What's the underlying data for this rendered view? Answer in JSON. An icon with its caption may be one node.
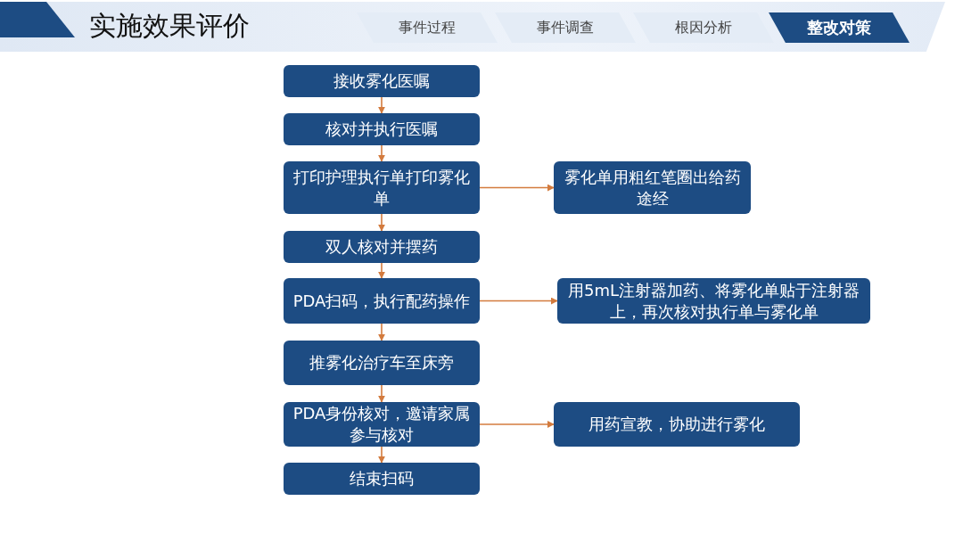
{
  "diagram": {
    "title": "实施效果评价",
    "nodes": [
      {
        "text": [
          "接收雾化医嘱"
        ]
      },
      {
        "text": [
          "核对并执行医嘱"
        ]
      },
      {
        "text": [
          "打印护理执行单打印雾化单"
        ]
      },
      {
        "text": [
          "雾化单用粗红笔圈出给药途经"
        ]
      },
      {
        "text": [
          "双人核对并摆药"
        ]
      },
      {
        "text": [
          "PDA扫码，执行配药操作"
        ]
      },
      {
        "text": [
          "用5mL注射器加药、将雾化单贴于注射器上，再次核对执行单与雾化单"
        ]
      },
      {
        "text": [
          "推雾化治疗车至床旁"
        ]
      },
      {
        "text": [
          "PDA身份核对，邀请家属参与核对"
        ]
      },
      {
        "text": [
          "用药宣教，协助进行雾化"
        ]
      },
      {
        "text": [
          "结束扫码"
        ]
      }
    ],
    "edges": [
      {
        "from": 0,
        "to": 1,
        "arrow": "to"
      },
      {
        "from": 1,
        "to": 2,
        "arrow": "to"
      },
      {
        "from": 2,
        "to": 3,
        "arrow": "to"
      },
      {
        "from": 2,
        "to": 4,
        "arrow": "to"
      },
      {
        "from": 4,
        "to": 5,
        "arrow": "to"
      },
      {
        "from": 5,
        "to": 6,
        "arrow": "to"
      },
      {
        "from": 5,
        "to": 7,
        "arrow": "to"
      },
      {
        "from": 7,
        "to": 8,
        "arrow": "to"
      },
      {
        "from": 8,
        "to": 9,
        "arrow": "to"
      },
      {
        "from": 8,
        "to": 10,
        "arrow": "to"
      }
    ],
    "labels": [
      "事件过程",
      "事件调查",
      "根因分析",
      "整改对策"
    ]
  }
}
